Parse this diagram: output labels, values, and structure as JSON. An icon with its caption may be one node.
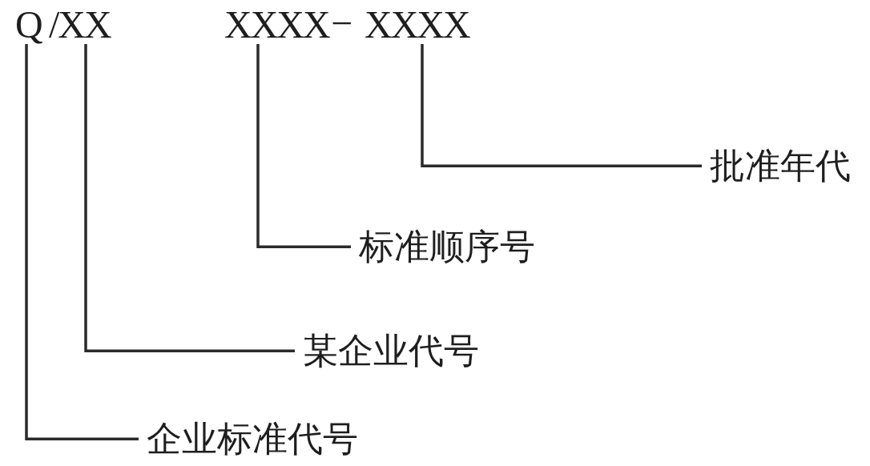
{
  "diagram": {
    "nodes": [
      {
        "text": [
          "Q"
        ]
      },
      {
        "text": [
          "/XX"
        ]
      },
      {
        "text": [
          "XXXX"
        ]
      },
      {
        "text": [
          "XXXX"
        ]
      },
      {
        "text": [
          "批准年代"
        ]
      },
      {
        "text": [
          "标准顺序号"
        ]
      },
      {
        "text": [
          "某企业代号"
        ]
      },
      {
        "text": [
          "企业标准代号"
        ]
      }
    ],
    "edges": [
      {
        "from": 4,
        "to": 3,
        "arrow": "none"
      },
      {
        "from": 5,
        "to": 2,
        "arrow": "none"
      },
      {
        "from": 6,
        "to": 1,
        "arrow": "none"
      },
      {
        "from": 7,
        "to": 0,
        "arrow": "none"
      }
    ],
    "labels": [
      "−"
    ]
  }
}
